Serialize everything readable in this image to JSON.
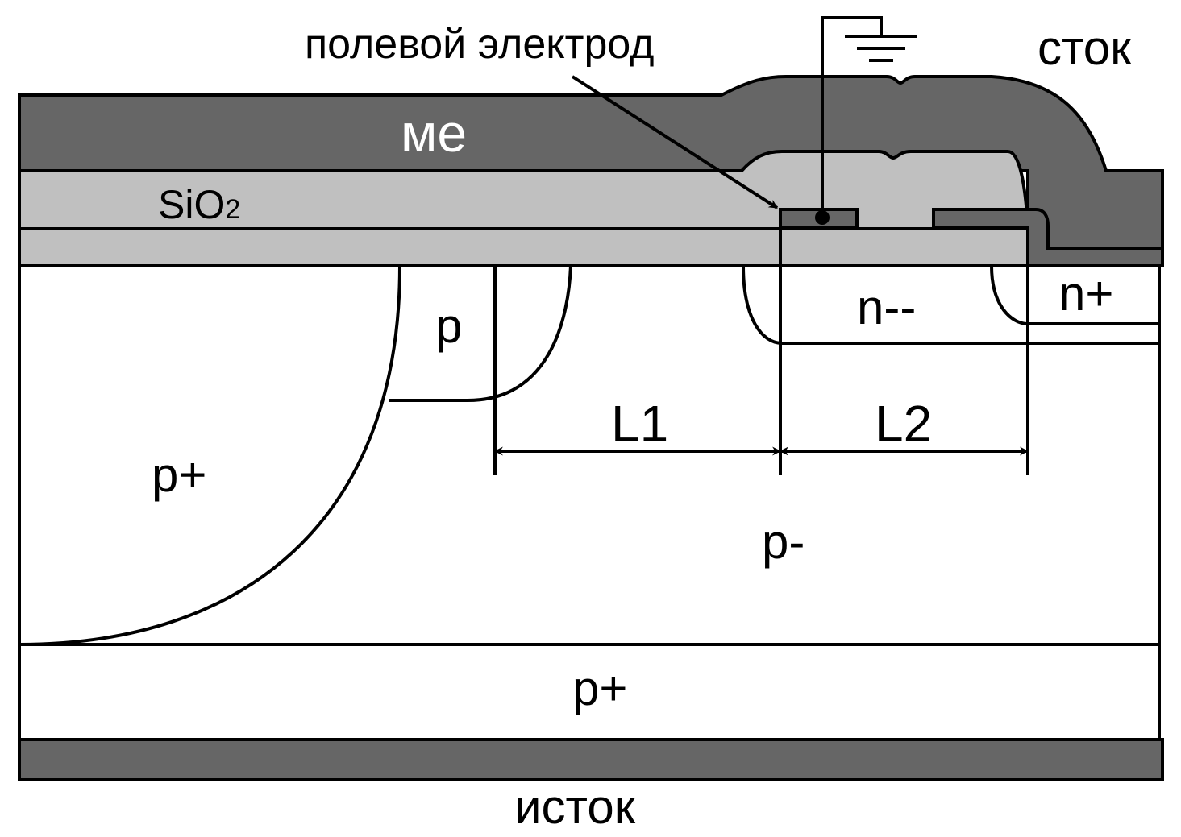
{
  "labels": {
    "field_electrode": "полевой электрод",
    "drain": "сток",
    "source": "исток",
    "metal": "ме",
    "oxide_main": "SiO",
    "oxide_sub": "2",
    "p_plus_left": "p+",
    "p_region": "p",
    "n_minus_minus": "n--",
    "n_plus": "n+",
    "p_minus": "p-",
    "p_plus_bottom": "p+",
    "dim_L1": "L1",
    "dim_L2": "L2"
  },
  "icons": {
    "ground": "ground-icon"
  },
  "colors": {
    "metal": "#666666",
    "oxide": "#c0c0c0",
    "substrate": "#ffffff",
    "outline": "#000000",
    "metal_text": "#ffffff"
  }
}
